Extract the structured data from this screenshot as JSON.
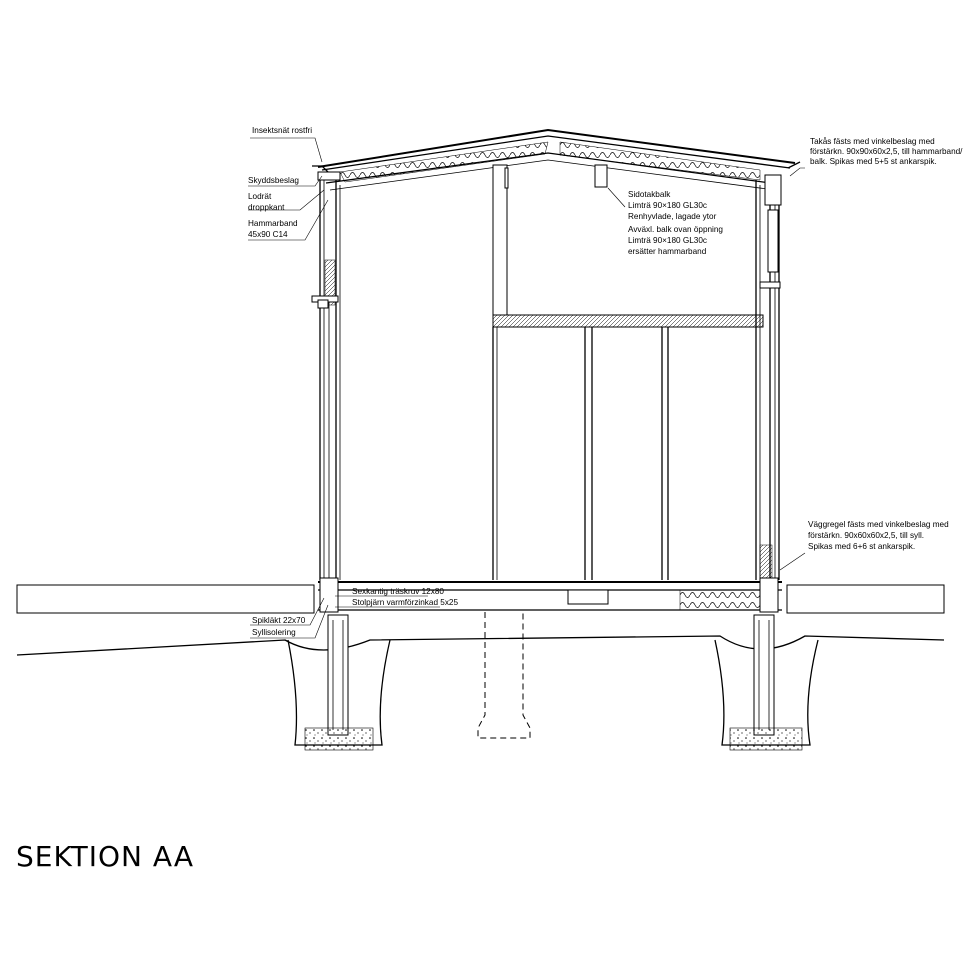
{
  "title": "SEKTION AA",
  "annotations": {
    "insektsnat": "Insektsnät rostfri",
    "skyddsbeslag": "Skyddsbeslag",
    "lodrat_1": "Lodrät",
    "lodrat_2": "droppkant",
    "hammarband_1": "Hammarband",
    "hammarband_2": "45x90 C14",
    "takas_1": "Takås fästs med vinkelbeslag med",
    "takas_2": "förstärkn. 90x90x60x2,5, till hammarband/",
    "takas_3": "balk. Spikas med 5+5 st ankarspik.",
    "sidotakbalk_1": "Sidotakbalk",
    "sidotakbalk_2": "Limträ 90×180 GL30c",
    "sidotakbalk_3": "Renhyvlade, lagade ytor",
    "avvaxl_1": "Avväxl. balk ovan öppning",
    "avvaxl_2": "Limträ 90×180 GL30c",
    "avvaxl_3": "ersätter hammarband",
    "vaggregel_1": "Väggregel fästs med vinkelbeslag med",
    "vaggregel_2": "förstärkn. 90x60x60x2,5, till syll.",
    "vaggregel_3": "Spikas med 6+6 st ankarspik.",
    "sexkantig": "Sexkantig träskruv 12x80",
    "stolpjarn": "Stolpjärn varmförzinkad 5x25",
    "spiklakt": "Spikläkt 22x70",
    "syllisolering": "Syllisolering"
  }
}
